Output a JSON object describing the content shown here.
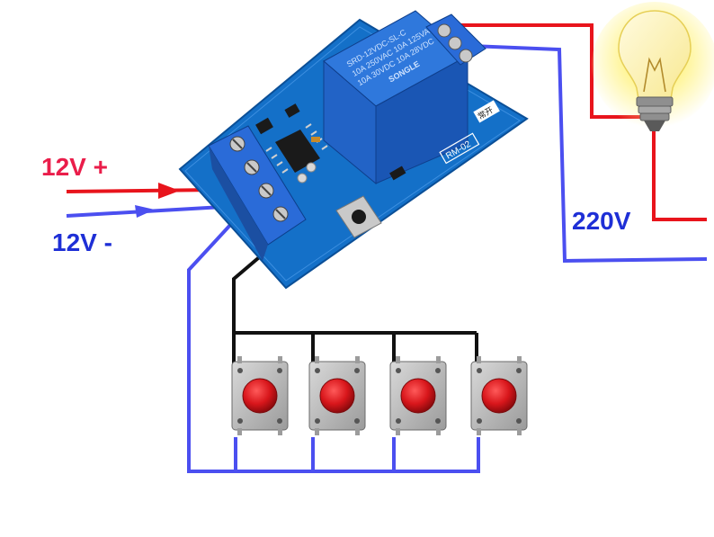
{
  "labels": {
    "power_positive": "12V +",
    "power_negative": "12V -",
    "ac_voltage": "220V"
  },
  "relay": {
    "line1": "SRD-12VDC-SL-C",
    "line2": "10A 250VAC 10A 125VAC",
    "line3": "10A 30VDC 10A 28VDC",
    "brand": "SONGLE",
    "board_model": "RM-02",
    "board_tag": "常开"
  },
  "colors": {
    "positive": "#ea1d4a",
    "negative": "#1e2fd6",
    "wire_red": "#e8141c",
    "wire_blue": "#4b4ff0",
    "wire_black": "#111111",
    "pcb": "#1470c8",
    "relay_body": "#1f5fc4",
    "terminal": "#2a6bd8",
    "button_cap": "#d8161b",
    "button_body": "#bfbfbf",
    "bulb_glow": "#fff36a"
  },
  "buttons": [
    {
      "name": "push-button-1"
    },
    {
      "name": "push-button-2"
    },
    {
      "name": "push-button-3"
    },
    {
      "name": "push-button-4"
    }
  ],
  "icons": [
    "light-bulb-icon",
    "push-button-icon",
    "relay-module-icon"
  ]
}
